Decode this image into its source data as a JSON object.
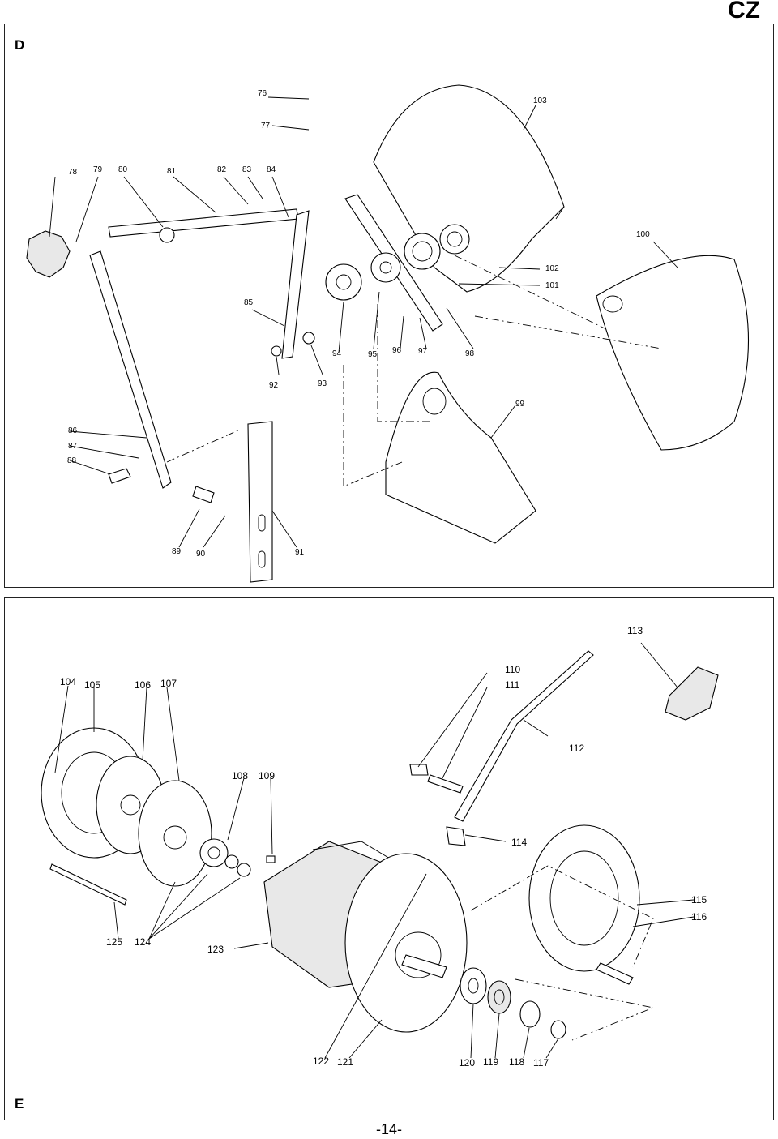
{
  "header": {
    "language_code": "CZ"
  },
  "panel_d": {
    "letter": "D",
    "labels": [
      "76",
      "77",
      "78",
      "79",
      "80",
      "81",
      "82",
      "83",
      "84",
      "85",
      "86",
      "87",
      "88",
      "89",
      "90",
      "91",
      "92",
      "93",
      "94",
      "95",
      "96",
      "97",
      "98",
      "99",
      "100",
      "101",
      "102",
      "103"
    ]
  },
  "panel_e": {
    "letter": "E",
    "labels": [
      "104",
      "105",
      "106",
      "107",
      "108",
      "109",
      "110",
      "111",
      "112",
      "113",
      "114",
      "115",
      "116",
      "117",
      "118",
      "119",
      "120",
      "121",
      "122",
      "123",
      "124",
      "125"
    ]
  },
  "footer": {
    "page_number": "-14-"
  }
}
